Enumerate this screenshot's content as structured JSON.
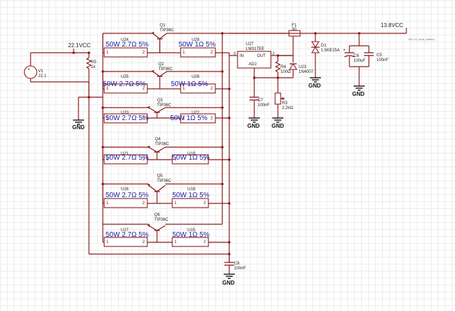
{
  "nets": {
    "vin": "22.1VCC",
    "vout": "13.8VCC",
    "gnd": "GND"
  },
  "note": "RoC13_Auto_Battery",
  "source": {
    "ref": "V1",
    "value": "22.1"
  },
  "r5": {
    "ref": "R5",
    "value": "1k"
  },
  "stages": [
    {
      "left_ref": "U24",
      "right_ref": "U28",
      "q_ref": "Q1",
      "q_value": "TIP36C"
    },
    {
      "left_ref": "U25",
      "right_ref": "U26",
      "q_ref": "Q2",
      "q_value": "TIP36C"
    },
    {
      "left_ref": "U20",
      "right_ref": "U22",
      "q_ref": "Q3",
      "q_value": "TIP36C"
    },
    {
      "left_ref": "U21",
      "right_ref": "U19",
      "q_ref": "Q4",
      "q_value": "TIP36C"
    },
    {
      "left_ref": "U16",
      "right_ref": "U18",
      "q_ref": "Q5",
      "q_value": "TIP36C"
    },
    {
      "left_ref": "U17",
      "right_ref": "U15",
      "q_ref": "Q6",
      "q_value": "TIP36C"
    }
  ],
  "left_value": "50W 2.7Ω 5%",
  "right_value": "50W 1Ω 5%",
  "pins": {
    "p1": "1",
    "p2": "2",
    "p3": "3"
  },
  "regulator": {
    "ref": "U27",
    "value": "LM317EE",
    "in": "IN",
    "out": "OUT",
    "adj": "ADJ"
  },
  "r4": {
    "ref": "R4",
    "value": "100Ω"
  },
  "r3": {
    "ref": "R3",
    "value": "2.2kΩ"
  },
  "u23": {
    "ref": "U23",
    "value": "1N4007"
  },
  "c7": {
    "ref": "C7",
    "value": "100nF"
  },
  "fuse": {
    "ref": "F1",
    "value": "30"
  },
  "d1": {
    "ref": "D1",
    "value": "1.5KE15A"
  },
  "c6": {
    "ref": "C6",
    "value": "100uF"
  },
  "c5": {
    "ref": "C5",
    "value": "100nF"
  },
  "c8": {
    "ref": "C8",
    "value": "100nF"
  }
}
